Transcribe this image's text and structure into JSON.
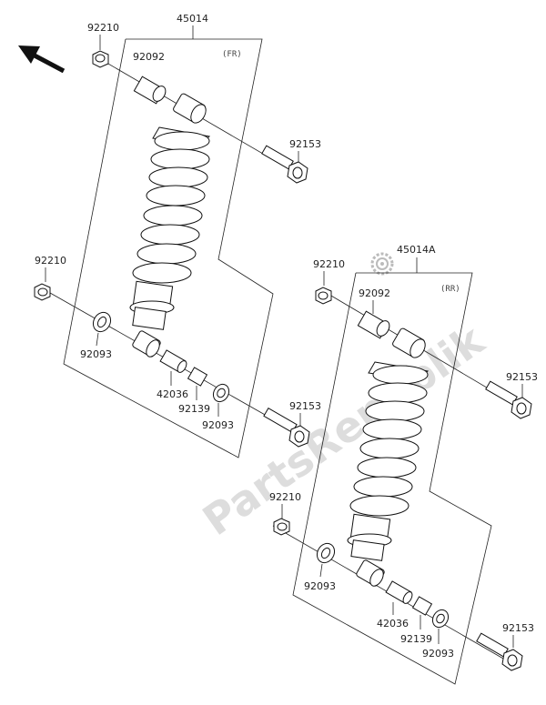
{
  "watermark": "PartsRepublik",
  "arrow_icon": "direction-arrow-icon",
  "gear_icon": "gear-icon",
  "assemblies": {
    "front": {
      "part_number": "45014",
      "position_tag": "(FR)",
      "labels": {
        "nut": "92210",
        "collar": "92092",
        "bolt_top": "92153",
        "nut_left": "92210",
        "seal_left": "92093",
        "sleeve": "42036",
        "bush": "92139",
        "seal_right": "92093",
        "bolt_bottom": "92153"
      }
    },
    "rear": {
      "part_number": "45014A",
      "position_tag": "(RR)",
      "labels": {
        "nut": "92210",
        "collar": "92092",
        "bolt_top": "92153",
        "nut_left": "92210",
        "seal_left": "92093",
        "sleeve": "42036",
        "bush": "92139",
        "seal_right": "92093",
        "bolt_bottom": "92153"
      }
    }
  }
}
